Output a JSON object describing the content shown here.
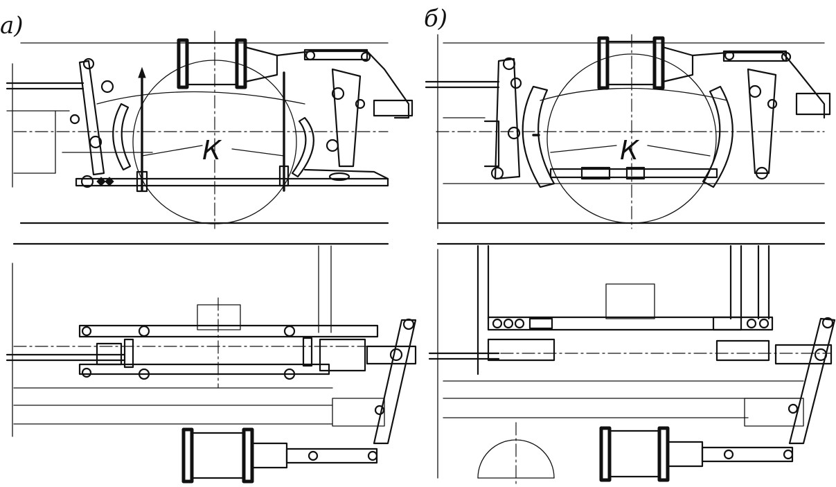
{
  "panels": [
    {
      "id": "a",
      "label": "а)",
      "center_label": "К"
    },
    {
      "id": "b",
      "label": "б)",
      "center_label": "К"
    }
  ],
  "colors": {
    "ink": "#111111",
    "paper": "#ffffff"
  }
}
